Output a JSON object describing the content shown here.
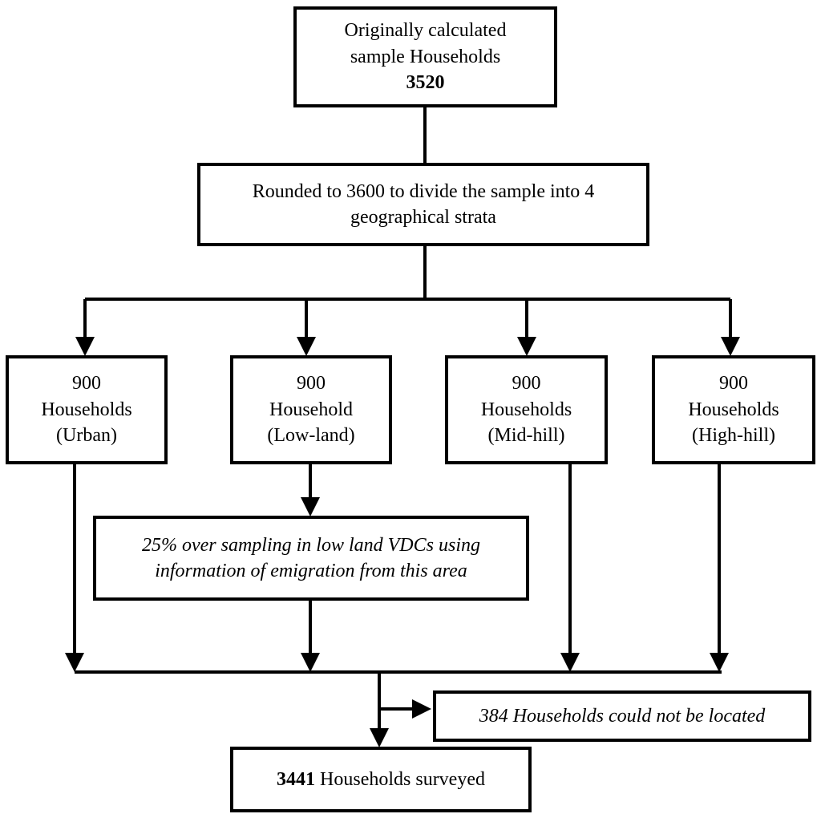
{
  "diagram": {
    "top_box": {
      "line1": "Originally calculated",
      "line2": "sample Households",
      "value": "3520"
    },
    "rounded_box": {
      "line1": "Rounded to 3600 to divide the sample into 4",
      "line2": "geographical strata"
    },
    "strata": [
      {
        "count": "900",
        "unit": "Households",
        "region": "(Urban)"
      },
      {
        "count": "900",
        "unit": "Household",
        "region": "(Low-land)"
      },
      {
        "count": "900",
        "unit": "Households",
        "region": "(Mid-hill)"
      },
      {
        "count": "900",
        "unit": "Households",
        "region": "(High-hill)"
      }
    ],
    "oversampling_box": {
      "line1": "25% over sampling in low land VDCs using",
      "line2": "information of emigration from this area"
    },
    "not_located_box": {
      "text": "384 Households could not be located"
    },
    "final_box": {
      "value": "3441",
      "text": " Households surveyed"
    }
  }
}
